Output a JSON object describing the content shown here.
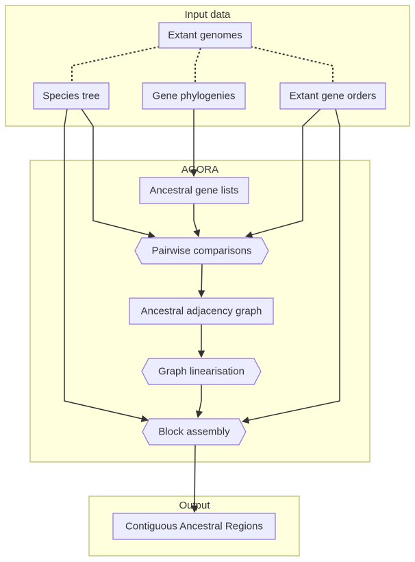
{
  "clusters": {
    "input": {
      "label": "Input data"
    },
    "agora": {
      "label": "AGORA"
    },
    "output": {
      "label": "Output"
    }
  },
  "nodes": {
    "extant_genomes": "Extant genomes",
    "species_tree": "Species tree",
    "gene_phylogenies": "Gene phylogenies",
    "extant_gene_orders": "Extant gene orders",
    "ancestral_gene_lists": "Ancestral gene lists",
    "pairwise_comparisons": "Pairwise comparisons",
    "ancestral_adjacency_graph": "Ancestral adjacency graph",
    "graph_linearisation": "Graph linearisation",
    "block_assembly": "Block assembly",
    "contiguous_ancestral_regions": "Contiguous Ancestral Regions"
  },
  "colors": {
    "cluster_fill": "#ffffde",
    "cluster_stroke": "#b8b86a",
    "node_fill": "#ececff",
    "node_stroke": "#9370db",
    "edge": "#333333"
  }
}
